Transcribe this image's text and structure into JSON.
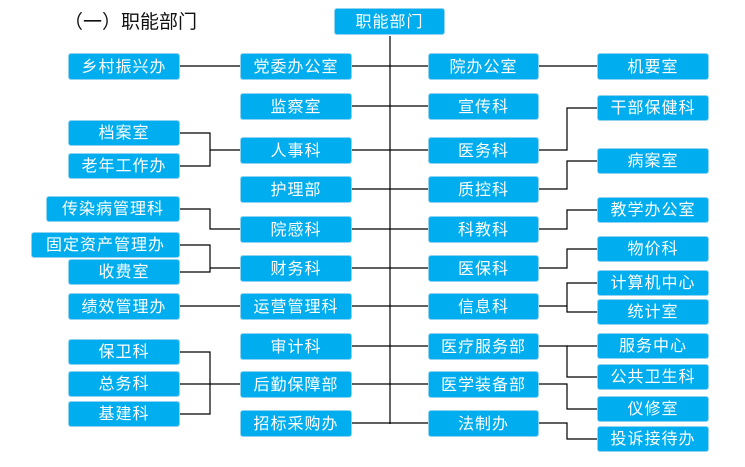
{
  "heading": "（一）职能部门",
  "root": "职能部门",
  "nodes": {
    "rural_office": "乡村振兴办",
    "party_office": "党委办公室",
    "hospital_office": "院办公室",
    "confidential": "机要室",
    "supervision": "监察室",
    "publicity": "宣传科",
    "cadre_health": "干部保健科",
    "archives": "档案室",
    "personnel": "人事科",
    "medical_affairs": "医务科",
    "elderly_work": "老年工作办",
    "nursing": "护理部",
    "quality_control": "质控科",
    "case_records": "病案室",
    "infectious_mgmt": "传染病管理科",
    "infection_control": "院感科",
    "science_education": "科教科",
    "teaching_office": "教学办公室",
    "fixed_assets": "固定资产管理办",
    "finance": "财务科",
    "medical_insurance": "医保科",
    "pricing": "物价科",
    "charging": "收费室",
    "computer_center": "计算机中心",
    "performance_mgmt": "绩效管理办",
    "operations_mgmt": "运营管理科",
    "information": "信息科",
    "statistics": "统计室",
    "security": "保卫科",
    "audit": "审计科",
    "medical_service": "医疗服务部",
    "service_center": "服务中心",
    "general_affairs": "总务科",
    "logistics": "后勤保障部",
    "medical_equipment": "医学装备部",
    "public_health": "公共卫生科",
    "instrument_repair": "仪修室",
    "infrastructure": "基建科",
    "procurement": "招标采购办",
    "legal": "法制办",
    "complaints": "投诉接待办"
  },
  "colors": {
    "box": "#00aeef",
    "box_border": "#8fd3f1",
    "line": "#000000",
    "text": "#ffffff"
  }
}
